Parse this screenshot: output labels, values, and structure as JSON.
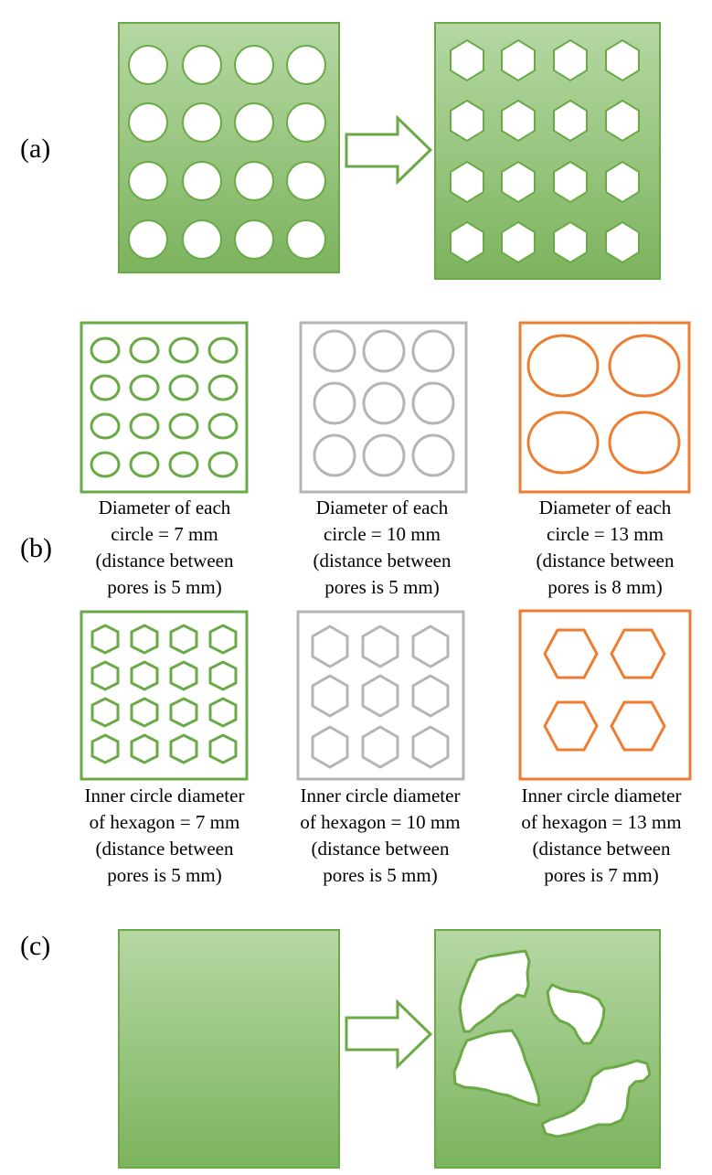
{
  "panels": {
    "a": {
      "label": "(a)"
    },
    "b": {
      "label": "(b)"
    },
    "c": {
      "label": "(c)"
    }
  },
  "captions": {
    "circle_7": [
      "Diameter of each",
      "circle = 7 mm",
      "(distance between",
      "pores is 5 mm)"
    ],
    "circle_10": [
      "Diameter of each",
      "circle = 10 mm",
      "(distance between",
      "pores is 5 mm)"
    ],
    "circle_13": [
      "Diameter of each",
      "circle = 13 mm",
      "(distance between",
      "pores is 8 mm)"
    ],
    "hex_7": [
      "Inner circle diameter",
      "of hexagon = 7 mm",
      "(distance between",
      "pores is 5 mm)"
    ],
    "hex_10": [
      "Inner circle diameter",
      "of hexagon = 10 mm",
      "(distance between",
      "pores is 5 mm)"
    ],
    "hex_13": [
      "Inner circle diameter",
      "of hexagon = 13 mm",
      "(distance between",
      "pores is 7 mm)"
    ]
  },
  "colors": {
    "green": "#6aaa46",
    "gray": "#b5b5b5",
    "orange": "#ed7d31",
    "fill_top": "#b6d8a4",
    "fill_bottom": "#7cb35d"
  }
}
